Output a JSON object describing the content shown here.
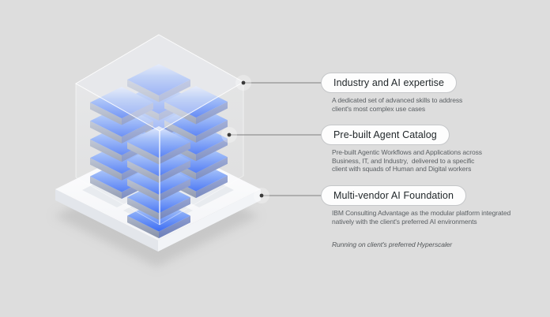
{
  "colors": {
    "background": "#dddddd",
    "tile_blue_light": "#dde7fd",
    "tile_blue_dark": "#3c6cf3",
    "tile_side_left": "#8791aa",
    "tile_side_right": "#6d80ba",
    "platform_white": "#ffffff",
    "platform_cell": "#e8ebef",
    "glass_white": "#f5f7fa",
    "connector_line": "#7f7f7f",
    "connector_dot": "#3a3a3a",
    "pill_border": "#c5c7c9",
    "pill_background": "#fdfdfd",
    "heading_text": "#21272a",
    "body_text": "#5a5f63"
  },
  "diagram": {
    "stacks": 4,
    "tiles_per_stack": 5
  },
  "callouts": [
    {
      "label": "Industry and AI expertise",
      "description": "A dedicated set of advanced skills to address\nclient's most complex use cases"
    },
    {
      "label": "Pre-built Agent Catalog",
      "description": "Pre-built Agentic Workflows and Applications across\nBusiness, IT, and Industry,  delivered to a specific\nclient with squads of Human and Digital workers"
    },
    {
      "label": "Multi-vendor AI Foundation",
      "description": "IBM Consulting Advantage as the modular platform integrated\nnatively with the client's preferred AI environments"
    }
  ],
  "footnote": "Running on client's preferred Hyperscaler"
}
